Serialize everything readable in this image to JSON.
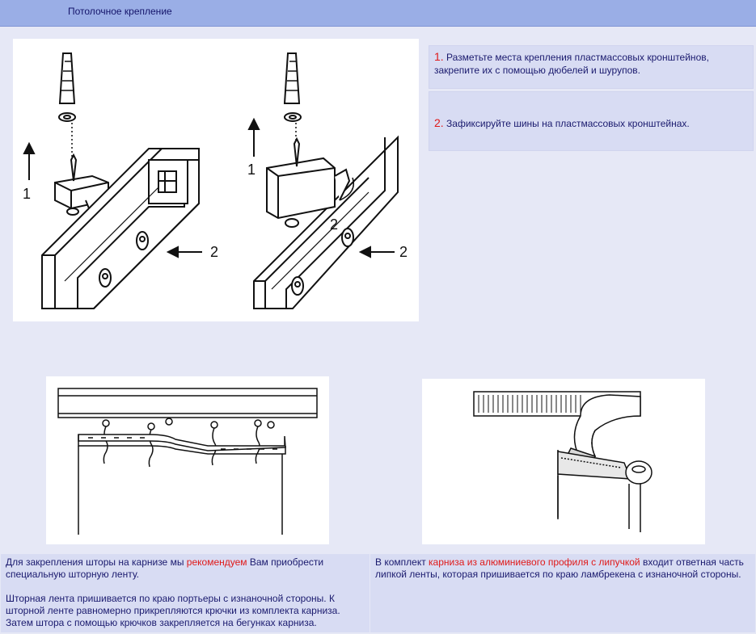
{
  "header": {
    "title": "Потолочное крепление"
  },
  "steps": [
    {
      "num": "1.",
      "text": "Разметьте места крепления пластмассовых кронштейнов, закрепите их с помощью дюбелей и шурупов."
    },
    {
      "num": "2.",
      "text": "Зафиксируйте шины на пластмассовых кронштейнах."
    }
  ],
  "figure_labels": {
    "arrow_1": "1",
    "arrow_2": "2"
  },
  "notes": {
    "left": {
      "p1_before": "Для закрепления шторы на карнизе мы ",
      "p1_highlight": "рекомендуем",
      "p1_after": " Вам приобрести специальную шторную ленту.",
      "p2": "Шторная лента пришивается по краю портьеры с изнаночной стороны. К шторной ленте равномерно прикрепляются крючки из комплекта карниза. Затем штора с помощью крючков закрепляется на бегунках карниза."
    },
    "right": {
      "before": "В комплект ",
      "highlight": "карниза из алюминиевого профиля с липучкой",
      "after": " входит ответная часть липкой ленты, которая пришивается по краю ламбрекена с изнаночной стороны."
    }
  },
  "colors": {
    "header_bg": "#9aaee6",
    "page_bg": "#e6e8f6",
    "panel_bg": "#d8dcf3",
    "highlight": "#e01919",
    "text": "#1a1a6e"
  }
}
